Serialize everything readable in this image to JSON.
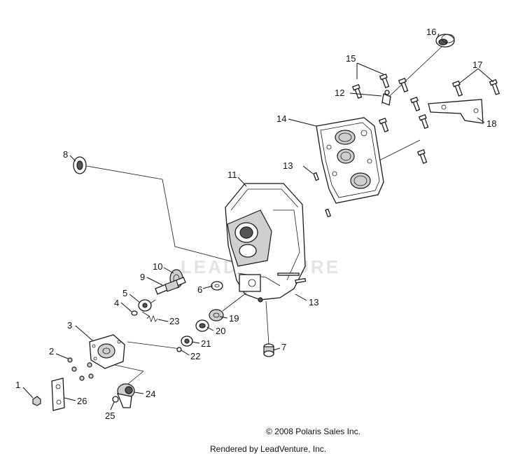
{
  "diagram": {
    "watermark": "LEADVENTURE",
    "copyright": "© 2008 Polaris Sales Inc.",
    "rendered_by": "Rendered by LeadVenture, Inc.",
    "callouts": {
      "c1": "1",
      "c2": "2",
      "c3": "3",
      "c4": "4",
      "c5": "5",
      "c6": "6",
      "c7": "7",
      "c8": "8",
      "c9": "9",
      "c10": "10",
      "c11": "11",
      "c12": "12",
      "c13a": "13",
      "c13b": "13",
      "c14": "14",
      "c15": "15",
      "c16": "16",
      "c17": "17",
      "c18": "18",
      "c19": "19",
      "c20": "20",
      "c21": "21",
      "c22": "22",
      "c23": "23",
      "c24": "24",
      "c25": "25",
      "c26": "26"
    }
  }
}
